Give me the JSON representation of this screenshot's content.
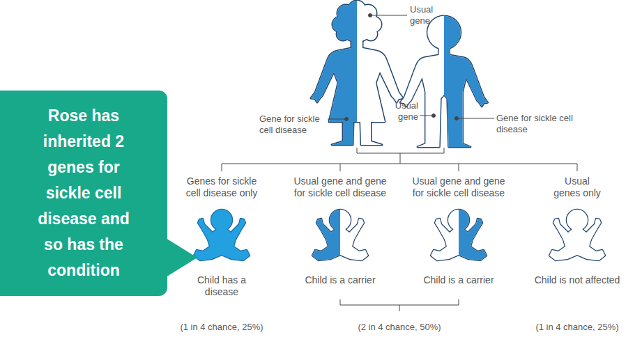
{
  "diagram": {
    "nodes": [
      {
        "text": [
          "Rose has inherited 2 genes for sickle cell disease and so has the condition"
        ]
      }
    ],
    "labels": [
      "Usual gene",
      "Gene for sickle cell disease",
      "Usual gene",
      "Gene for sickle cell disease",
      "Genes for sickle cell disease only",
      "Usual gene and gene for sickle cell disease",
      "Usual gene and gene for sickle cell disease",
      "Usual genes only",
      "Child has a disease",
      "Child is a carrier",
      "Child is a carrier",
      "Child is not affected",
      "(1 in 4 chance, 25%)",
      "(2 in 4 chance, 50%)",
      "(1 in 4 chance, 25%)"
    ]
  }
}
